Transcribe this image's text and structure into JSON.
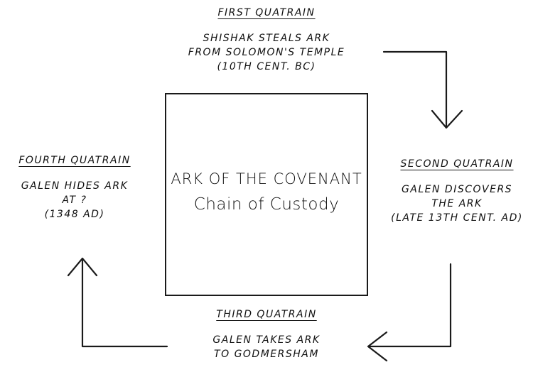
{
  "center": {
    "title": "ARK OF THE COVENANT",
    "subtitle": "Chain of Custody"
  },
  "quatrains": {
    "first": {
      "heading": "FIRST QUATRAIN",
      "lines": [
        "SHISHAK STEALS ARK",
        "FROM SOLOMON'S TEMPLE",
        "(10TH CENT. BC)"
      ]
    },
    "second": {
      "heading": "SECOND QUATRAIN",
      "lines": [
        "GALEN DISCOVERS",
        "THE ARK",
        "(LATE 13TH CENT. AD)"
      ]
    },
    "third": {
      "heading": "THIRD QUATRAIN",
      "lines": [
        "GALEN TAKES ARK",
        "TO GODMERSHAM"
      ]
    },
    "fourth": {
      "heading": "FOURTH QUATRAIN",
      "lines": [
        "GALEN HIDES ARK",
        "AT ?",
        "(1348 AD)"
      ]
    }
  },
  "colors": {
    "ink": "#111111",
    "paper": "#ffffff"
  }
}
